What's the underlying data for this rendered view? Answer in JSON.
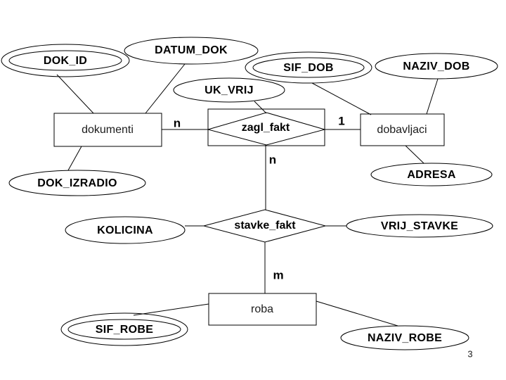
{
  "page": {
    "number": "3"
  },
  "diagram": {
    "type": "er-diagram",
    "colors": {
      "background": "#ffffff",
      "line": "#000000",
      "text": "#000000"
    },
    "entities": {
      "dokumenti": {
        "label": "dokumenti"
      },
      "dobavljaci": {
        "label": "dobavljaci"
      },
      "roba": {
        "label": "roba"
      }
    },
    "relationships": {
      "zagl_fakt": {
        "label": "zagl_fakt"
      },
      "stavke_fakt": {
        "label": "stavke_fakt"
      }
    },
    "attributes": {
      "dok_id": {
        "label": "DOK_ID",
        "key": true
      },
      "datum_dok": {
        "label": "DATUM_DOK",
        "key": false
      },
      "sif_dob": {
        "label": "SIF_DOB",
        "key": true
      },
      "naziv_dob": {
        "label": "NAZIV_DOB",
        "key": false
      },
      "uk_vrij": {
        "label": "UK_VRIJ",
        "key": false
      },
      "dok_izradio": {
        "label": "DOK_IZRADIO",
        "key": false
      },
      "adresa": {
        "label": "ADRESA",
        "key": false
      },
      "kolicina": {
        "label": "KOLICINA",
        "key": false
      },
      "vrij_stavke": {
        "label": "VRIJ_STAVKE",
        "key": false
      },
      "sif_robe": {
        "label": "SIF_ROBE",
        "key": true
      },
      "naziv_robe": {
        "label": "NAZIV_ROBE",
        "key": false
      }
    },
    "cardinalities": {
      "dokumenti_zagl_fakt": "n",
      "zagl_fakt_dobavljaci": "1",
      "zagl_fakt_stavke_fakt": "n",
      "stavke_fakt_roba": "m"
    }
  }
}
